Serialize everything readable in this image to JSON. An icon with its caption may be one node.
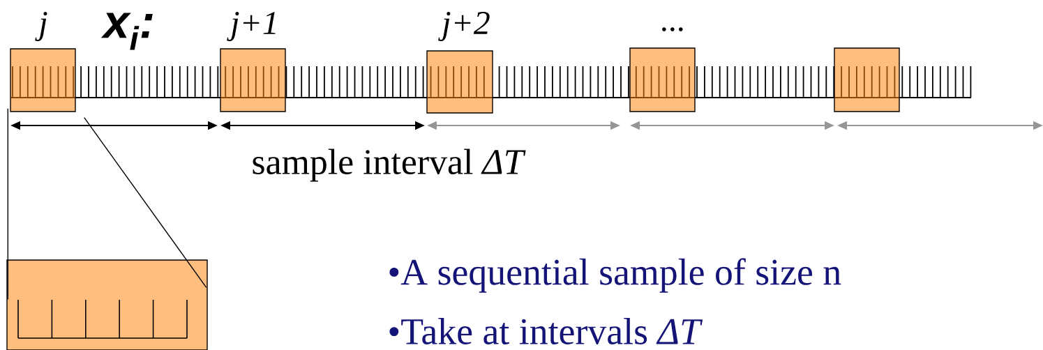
{
  "diagram": {
    "nodes": [
      {
        "text": [
          "j"
        ]
      },
      {
        "text": [
          "j+1"
        ]
      },
      {
        "text": [
          "j+2"
        ]
      },
      {
        "text": [
          "..."
        ]
      },
      {
        "text": [],
        "shape": "box"
      },
      {
        "text": [],
        "shape": "box"
      }
    ],
    "edges": [
      {
        "from": 0,
        "to": 5,
        "arrow": "none"
      },
      {
        "from": 0,
        "to": 5,
        "arrow": "none"
      }
    ],
    "labels": [
      "x$_{i}$:",
      "sample interval *ΔT*",
      "•A sequential sample of size n",
      "•Take at intervals *ΔT*"
    ]
  }
}
